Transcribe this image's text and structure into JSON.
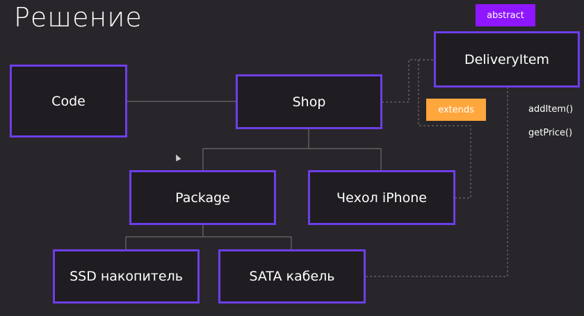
{
  "slide": {
    "title": "Решение"
  },
  "nodes": {
    "code": "Code",
    "shop": "Shop",
    "delivery_item": "DeliveryItem",
    "package": "Package",
    "case_iphone": "Чехол iPhone",
    "ssd": "SSD накопитель",
    "sata": "SATA кабель"
  },
  "tags": {
    "abstract": "abstract",
    "extends": "extends"
  },
  "methods": [
    "addItem()",
    "getPrice()"
  ],
  "colors": {
    "background": "#28262b",
    "box_fill": "#1f1d22",
    "box_border": "#6e3ee8",
    "abstract_tag": "#8f17ff",
    "extends_tag": "#ffa63d",
    "connector": "#7a7a7a"
  }
}
